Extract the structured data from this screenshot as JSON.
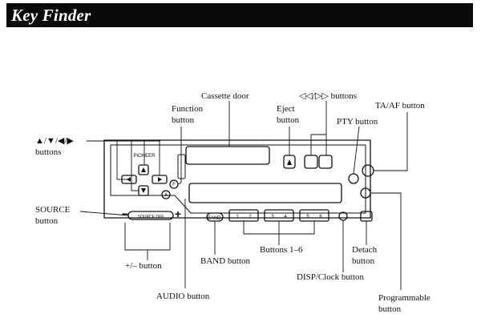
{
  "header": {
    "title": "Key Finder"
  },
  "labels": {
    "cassette_door": "Cassette door",
    "skip_buttons": "◁◁/▷▷ buttons",
    "function_line1": "Function",
    "function_line2": "button",
    "eject_line1": "Eject",
    "eject_line2": "button",
    "ta_af": "TA/AF button",
    "pty": "PTY button",
    "arrows_line1": "▲/▼/◀/▶",
    "arrows_line2": "buttons",
    "source_line1": "SOURCE",
    "source_line2": "button",
    "buttons_1_6": "Buttons 1–6",
    "plus_minus": "+/– button",
    "band": "BAND button",
    "detach_line1": "Detach",
    "detach_line2": "button",
    "disp_clock": "DISP/Clock button",
    "audio": "AUDIO button",
    "programmable_line1": "Programmable",
    "programmable_line2": "button"
  },
  "unit_markings": {
    "brand": "PIONEER",
    "band_key": "BAND",
    "source_key": "SOURCE OFF",
    "function_key": "F",
    "audio_key": "A",
    "minus": "−",
    "plus": "+",
    "presets": [
      "1",
      "2",
      "3",
      "4",
      "5",
      "6"
    ]
  }
}
